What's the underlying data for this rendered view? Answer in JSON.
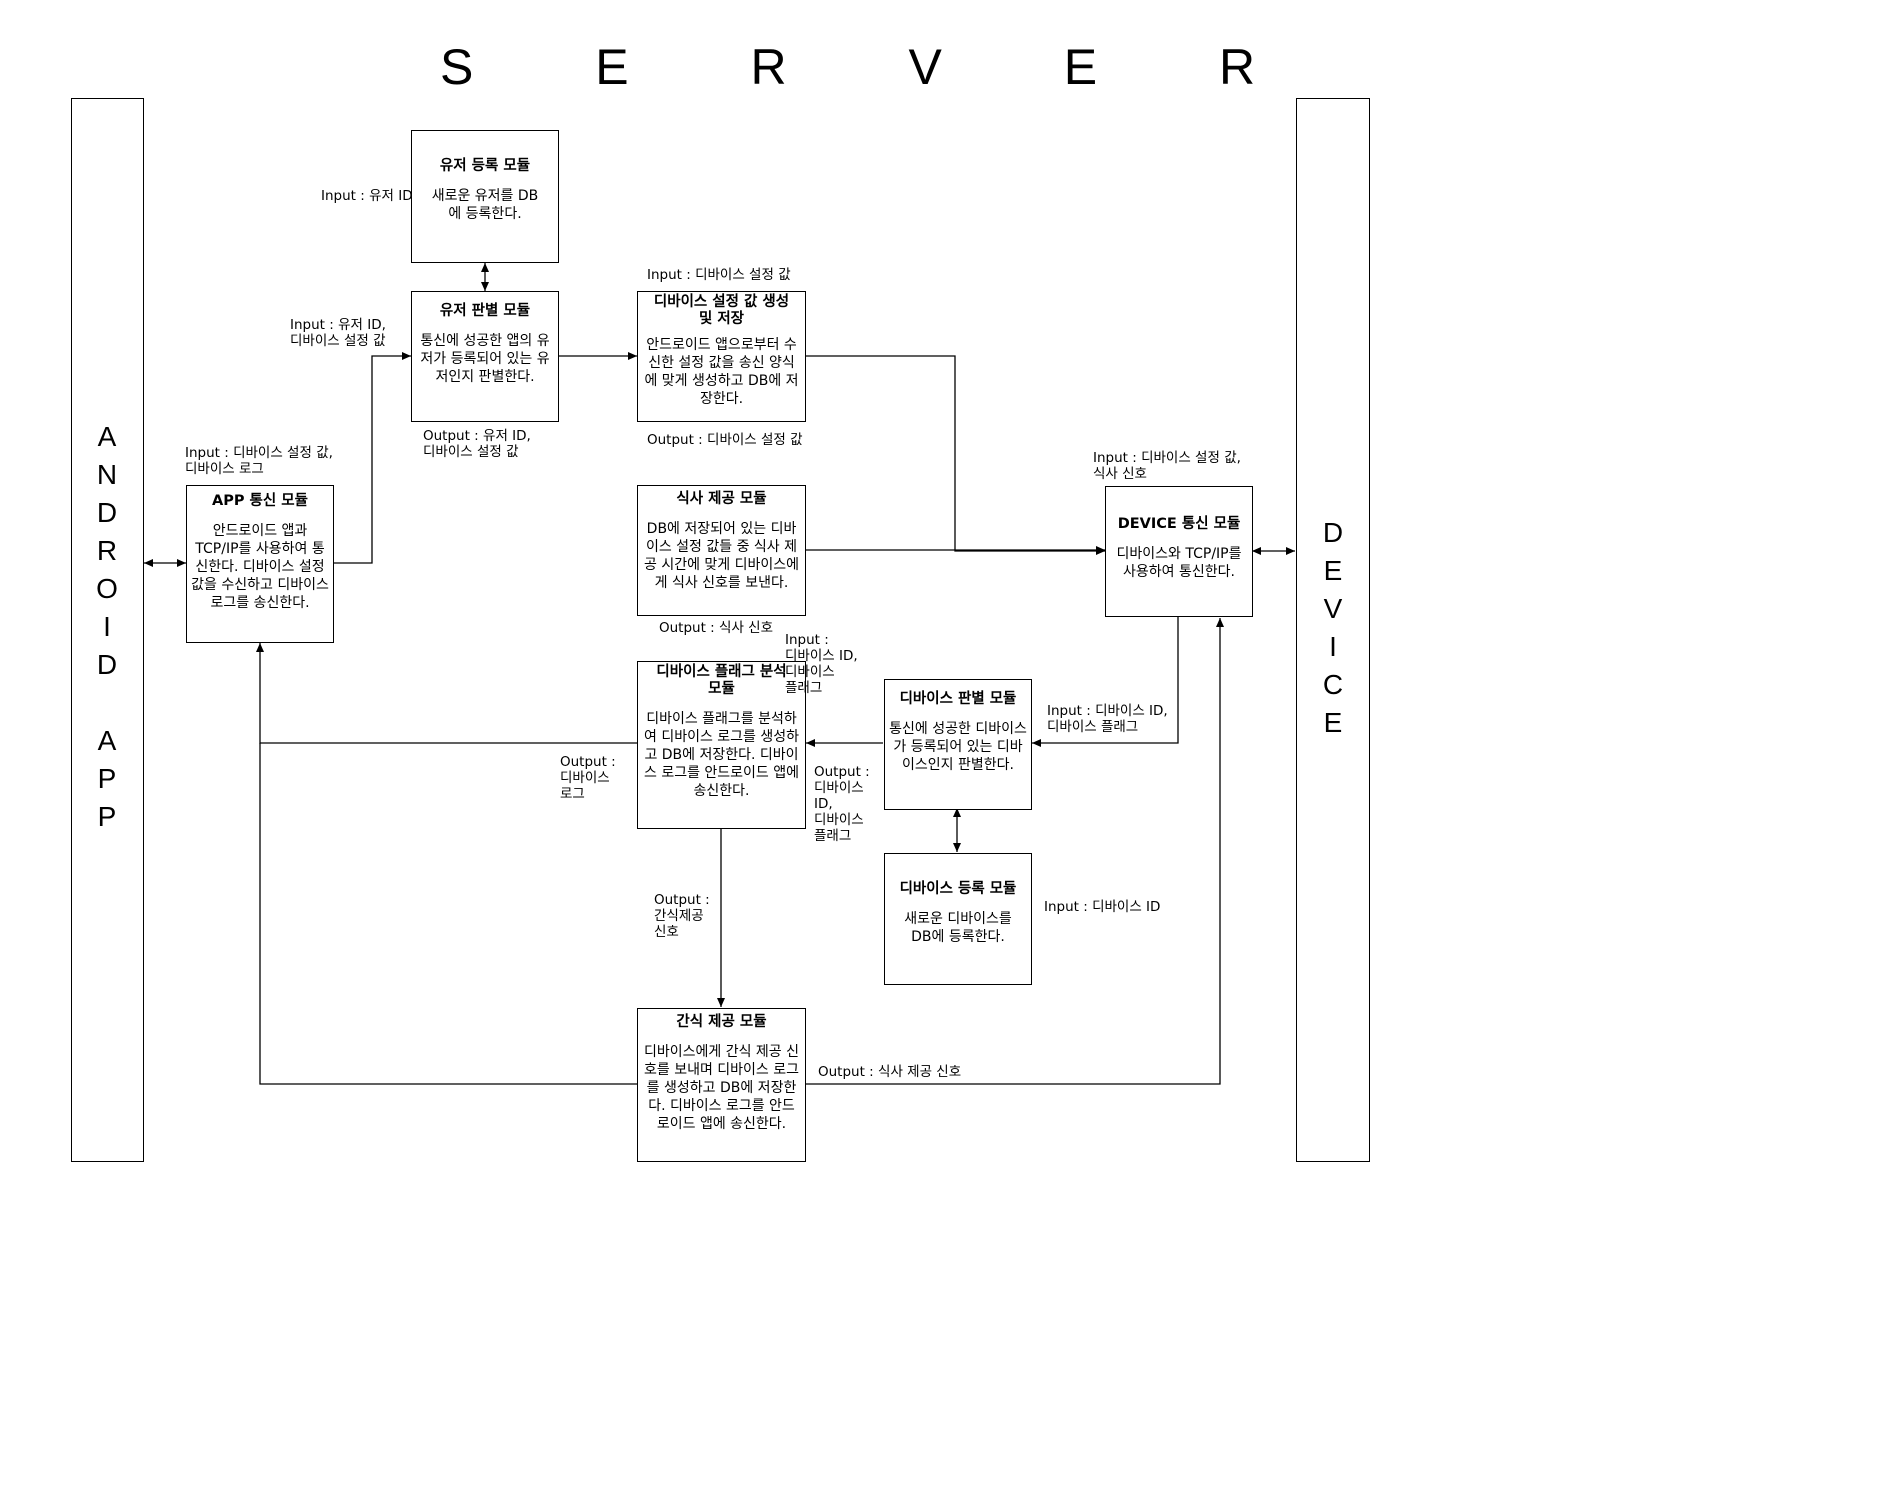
{
  "title": "S E R V E R",
  "android_label": "A\nN\nD\nR\nO\nI\nD\n \nA\nP\nP",
  "device_label": "D\nE\nV\nI\nC\nE",
  "modules": {
    "user_register": {
      "title": "유저 등록 모듈",
      "desc": "새로운 유저를 DB에 등록한다."
    },
    "user_identify": {
      "title": "유저 판별 모듈",
      "desc": "통신에 성공한 앱의 유저가 등록되어 있는 유저인지 판별한다."
    },
    "device_setting": {
      "title": "디바이스 설정 값 생성 및 저장",
      "desc": "안드로이드 앱으로부터 수신한 설정 값을 송신 양식에 맞게 생성하고 DB에 저장한다."
    },
    "meal": {
      "title": "식사 제공 모듈",
      "desc": "DB에 저장되어 있는 디바이스 설정 값들 중 식사 제공 시간에 맞게 디바이스에게 식사 신호를 보낸다."
    },
    "app_comm": {
      "title": "APP 통신 모듈",
      "desc": "안드로이드 앱과 TCP/IP를 사용하여 통신한다. 디바이스 설정 값을 수신하고 디바이스 로그를 송신한다."
    },
    "device_comm": {
      "title": "DEVICE 통신 모듈",
      "desc": "디바이스와 TCP/IP를 사용하여 통신한다."
    },
    "flag_analysis": {
      "title": "디바이스 플래그 분석 모듈",
      "desc": "디바이스 플래그를 분석하여 디바이스 로그를 생성하고 DB에 저장한다. 디바이스 로그를 안드로이드 앱에 송신한다."
    },
    "device_identify": {
      "title": "디바이스 판별 모듈",
      "desc": "통신에 성공한 디바이스가 등록되어 있는 디바이스인지 판별한다."
    },
    "device_register": {
      "title": "디바이스 등록 모듈",
      "desc": "새로운 디바이스를 DB에 등록한다."
    },
    "snack": {
      "title": "간식 제공 모듈",
      "desc": "디바이스에게 간식 제공 신호를 보내며 디바이스 로그를 생성하고 DB에 저장한다. 디바이스 로그를 안드로이드 앱에 송신한다."
    }
  },
  "labels": {
    "in_user_id": "Input : 유저 ID",
    "in_user_id_setting": "Input : 유저 ID,\n디바이스 설정 값",
    "in_setting_log": "Input : 디바이스 설정 값,\n디바이스 로그",
    "out_user_id_setting": "Output : 유저 ID,\n디바이스 설정 값",
    "in_setting": "Input : 디바이스 설정 값",
    "out_setting": "Output : 디바이스 설정 값",
    "in_setting_meal": "Input : 디바이스 설정 값,\n식사 신호",
    "out_meal_signal": "Output : 식사 신호",
    "in_device_id_flag_1": "Input :\n디바이스 ID,\n디바이스\n플래그",
    "in_device_id_flag_2": "Input : 디바이스 ID,\n디바이스 플래그",
    "out_device_log": "Output :\n디바이스\n로그",
    "out_device_id_flag": "Output :\n디바이스\nID,\n디바이스\n플래그",
    "in_device_id": "Input : 디바이스 ID",
    "out_snack_signal": "Output :\n간식제공\n신호",
    "out_meal_provide_signal": "Output : 식사 제공 신호"
  }
}
